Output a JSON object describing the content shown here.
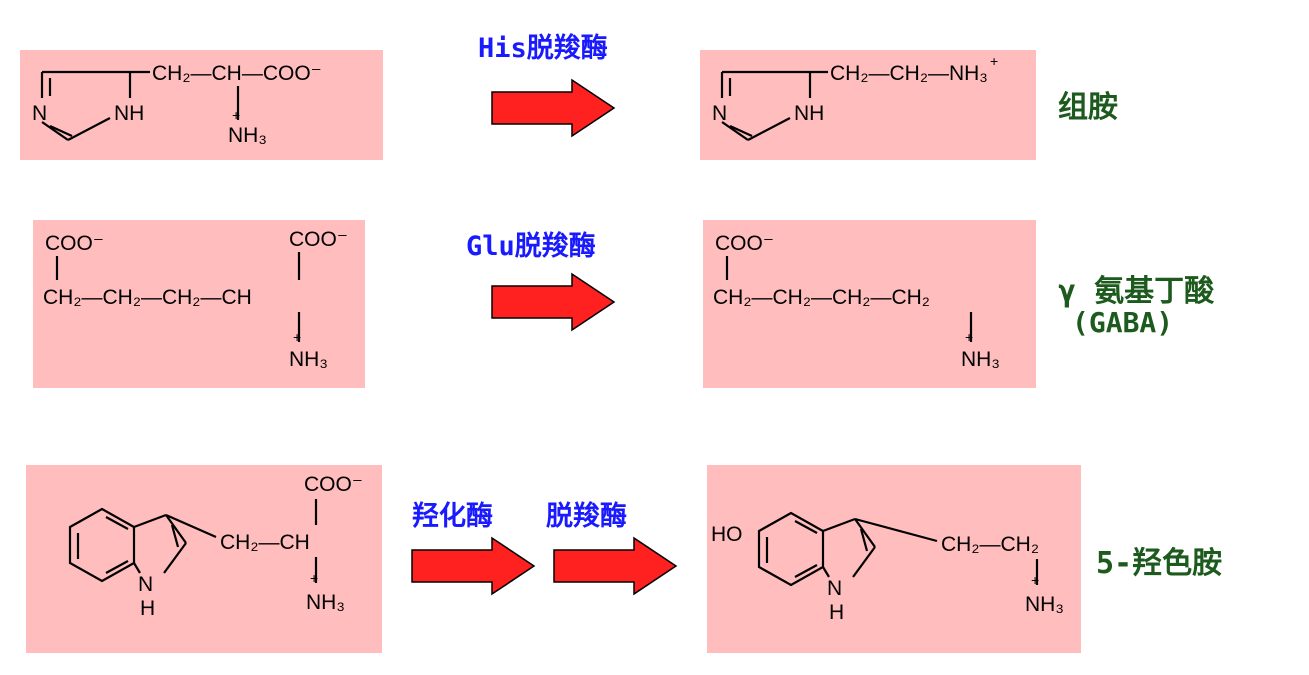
{
  "reactions": [
    {
      "enzyme": "His脱羧酶",
      "product_name": "组胺",
      "product_abbr": "",
      "substrate": {
        "ring_n": "N",
        "ring_nh": "NH",
        "chain": "CH₂—CH—COO⁻",
        "amine": "NH₃"
      },
      "product": {
        "ring_n": "N",
        "ring_nh": "NH",
        "chain": "CH₂—CH₂—NH₃"
      }
    },
    {
      "enzyme": "Glu脱羧酶",
      "product_name": "γ 氨基丁酸",
      "product_abbr": "(GABA)",
      "substrate": {
        "top_left": "COO⁻",
        "top_right": "COO⁻",
        "chain": "CH₂—CH₂—CH₂—CH",
        "amine": "NH₃"
      },
      "product": {
        "top_left": "COO⁻",
        "chain": "CH₂—CH₂—CH₂—CH₂",
        "amine": "NH₃"
      }
    },
    {
      "enzyme_1": "羟化酶",
      "enzyme_2": "脱羧酶",
      "product_name": "5-羟色胺",
      "product_abbr": "",
      "substrate": {
        "top": "COO⁻",
        "chain": "CH₂—CH",
        "amine": "NH₃",
        "indole_nh": "H"
      },
      "product": {
        "ho": "HO",
        "chain": "CH₂—CH₂",
        "amine": "NH₃",
        "indole_nh": "H"
      }
    }
  ],
  "colors": {
    "box_fill": "#ffbdbd",
    "enzyme_text": "#1a1aff",
    "product_text": "#1d5a1d",
    "arrow_fill": "#ff2020"
  },
  "icons": [
    "reaction-arrow-icon"
  ]
}
